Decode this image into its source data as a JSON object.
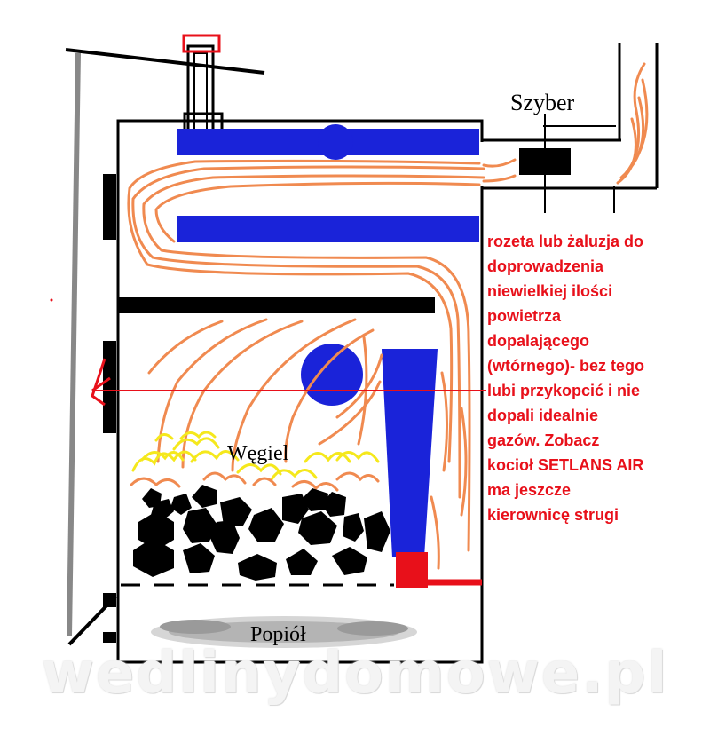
{
  "labels": {
    "damper": "Szyber",
    "coal": "Węgiel",
    "ash": "Popiół"
  },
  "annotation": {
    "lines": [
      "rozeta lub żaluzja do",
      "doprowadzenia",
      "niewielkiej ilości",
      "powietrza",
      "dopalającego",
      "(wtórnego)- bez tego",
      "lubi przykopcić i nie",
      "dopali idealnie",
      "gazów. Zobacz",
      "kocioł SETLANS AIR",
      "ma jeszcze",
      "kierownicę strugi"
    ]
  },
  "watermark": "wedlinydomowe.pl",
  "colors": {
    "baffle": "#1a23d9",
    "flow": "#f08a50",
    "annotation": "#e8101a",
    "flame": "#f5e81c",
    "coal": "#000000",
    "ash": "#8a8a8a",
    "walls": "#000000"
  }
}
